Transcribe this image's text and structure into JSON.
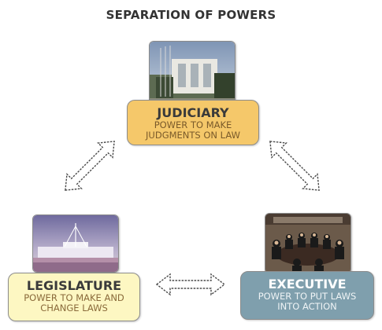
{
  "title": "SEPARATION OF POWERS",
  "colors": {
    "judiciary_box": "#f5c86a",
    "legislature_box": "#fdf7c2",
    "executive_box": "#7f9fad"
  },
  "nodes": {
    "judiciary": {
      "name": "JUDICIARY",
      "line1": "POWER TO MAKE",
      "line2": "JUDGMENTS ON LAW"
    },
    "legislature": {
      "name": "LEGISLATURE",
      "line1": "POWER TO MAKE AND",
      "line2": "CHANGE LAWS"
    },
    "executive": {
      "name": "EXECUTIVE",
      "line1": "POWER TO PUT LAWS",
      "line2": "INTO ACTION"
    }
  },
  "connections": [
    {
      "from": "judiciary",
      "to": "legislature",
      "style": "double-headed arrow"
    },
    {
      "from": "judiciary",
      "to": "executive",
      "style": "double-headed arrow"
    },
    {
      "from": "legislature",
      "to": "executive",
      "style": "double-headed arrow"
    }
  ]
}
